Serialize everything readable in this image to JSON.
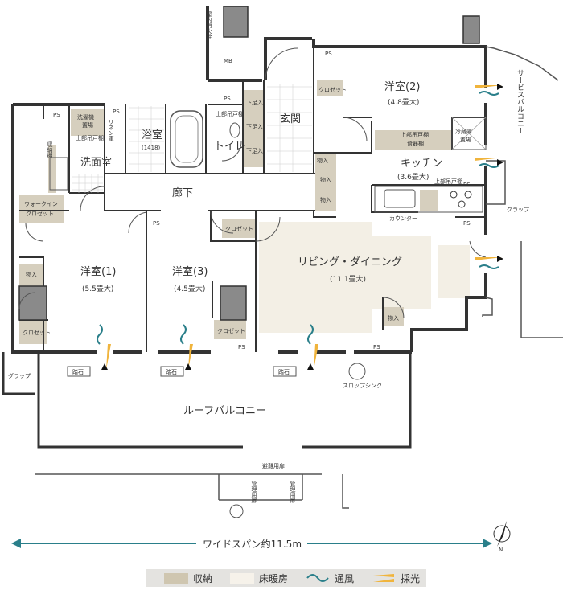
{
  "rooms": {
    "western2": "洋室(2)",
    "western2_size": "(4.8畳大)",
    "western1": "洋室(1)",
    "western1_size": "(5.5畳大)",
    "western3": "洋室(3)",
    "western3_size": "(4.5畳大)",
    "living": "リビング・ダイニング",
    "living_size": "(11.1畳大)",
    "kitchen": "キッチン",
    "kitchen_size": "(3.6畳大)",
    "entrance": "玄関",
    "bath": "浴室",
    "bath_size": "(1418)",
    "toilet": "トイレ",
    "washroom": "洗面室",
    "hallway": "廊下",
    "roof_balcony": "ルーフバルコニー",
    "service_balcony": "サービスバルコニー"
  },
  "labels": {
    "ps": "PS",
    "mb": "MB",
    "closet": "クロゼット",
    "storage": "物入",
    "shoe": "下足入",
    "hydrant": "屋内消火栓",
    "walkin_a": "ウォークイン",
    "walkin_b": "クロゼット",
    "washer_a": "洗濯機",
    "washer_b": "置場",
    "linen": "リネン庫",
    "upper": "上部吊戸棚",
    "upper_c": "上部吊戸棚",
    "dish_a": "上部吊戸棚",
    "dish_b": "食器棚",
    "fridge_a": "冷蔵庫",
    "fridge_b": "置場",
    "counter": "カウンター",
    "trap": "グラップ",
    "stepstone": "踏石",
    "slop_sink": "スロップシンク",
    "evac_door": "避難用扉",
    "mgmt_door": "管理用扉",
    "shelf": "収納棚",
    "n": "N"
  },
  "span": "ワイドスパン約11.5m",
  "legend": {
    "storage": "収納",
    "floor_heating": "床暖房",
    "ventilation": "通風",
    "daylight": "採光"
  },
  "colors": {
    "storage": "#d6cfbe",
    "floor_heating": "#f3efe5",
    "ventilation": "#2a7f8a",
    "daylight": "#f0b43c",
    "wall": "#333333"
  }
}
